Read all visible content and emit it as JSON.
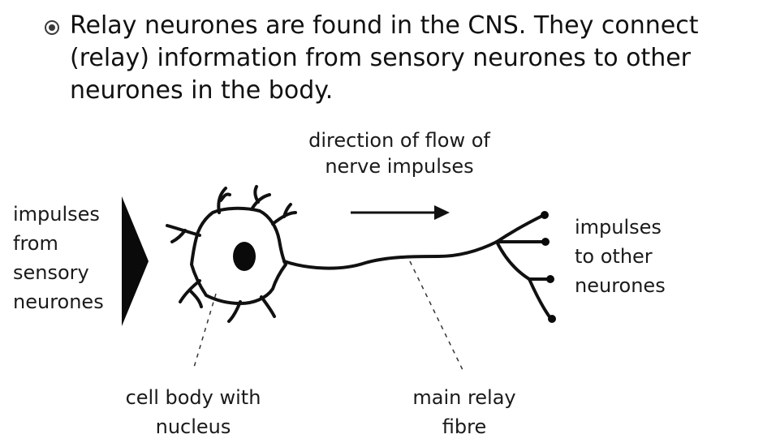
{
  "bullet": {
    "icon": "circle-bullet-icon",
    "text": "Relay neurones are found in the CNS.  They connect (relay) information from sensory neurones to other neurones in the body."
  },
  "diagram": {
    "direction_label": [
      "direction of flow of",
      "nerve impulses"
    ],
    "input_label": [
      "impulses",
      "from",
      "sensory",
      "neurones"
    ],
    "output_label": [
      "impulses",
      "to other",
      "neurones"
    ],
    "cell_body_label": [
      "cell body with",
      "nucleus"
    ],
    "fibre_label": [
      "main relay",
      "fibre"
    ]
  },
  "colors": {
    "ink": "#111111",
    "background": "#ffffff"
  }
}
